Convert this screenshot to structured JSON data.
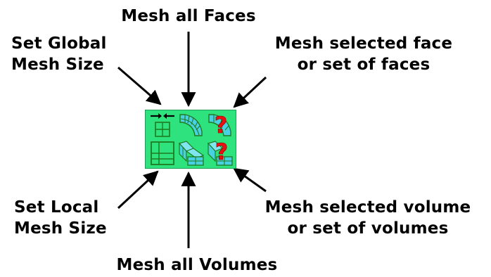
{
  "labels": {
    "mesh_all_faces": "Mesh all Faces",
    "set_global_mesh_size": [
      "Set Global",
      "Mesh Size"
    ],
    "mesh_selected_face": [
      "Mesh selected face",
      "or set of faces"
    ],
    "set_local_mesh_size": [
      "Set Local",
      "Mesh Size"
    ],
    "mesh_selected_volume": [
      "Mesh selected volume",
      "or set of volumes"
    ],
    "mesh_all_volumes": "Mesh all Volumes"
  },
  "toolbar": {
    "background_color": "#2ee37d",
    "buttons": [
      {
        "name": "set-global-mesh-size-button",
        "icon": "global-mesh-size-icon"
      },
      {
        "name": "mesh-all-faces-button",
        "icon": "mesh-faces-icon"
      },
      {
        "name": "mesh-selected-face-button",
        "icon": "mesh-selected-face-icon"
      },
      {
        "name": "set-local-mesh-size-button",
        "icon": "local-mesh-size-icon"
      },
      {
        "name": "mesh-all-volumes-button",
        "icon": "mesh-volumes-icon"
      },
      {
        "name": "mesh-selected-volume-button",
        "icon": "mesh-selected-volume-icon"
      }
    ]
  },
  "colors": {
    "text": "#000000",
    "icon_line": "#1f7a1f",
    "icon_fill_face": "#48d1e0",
    "question_mark": "#e81010"
  }
}
